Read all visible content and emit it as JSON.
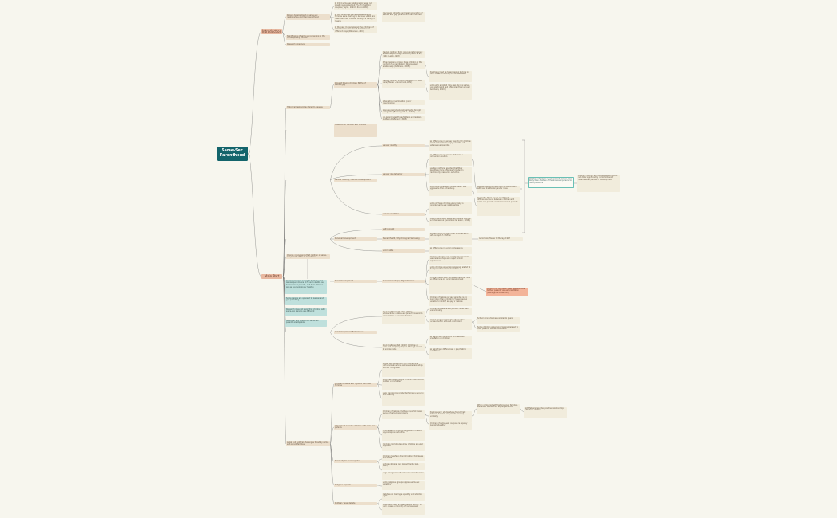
{
  "root": "Same-Sex Parenthood",
  "branches": {
    "intro": "Introduction",
    "main": "Main Part"
  },
  "intro": {
    "recent": "Recent development of same-sex relationships and their parenthood",
    "r1": "In 1994 same-sex relationships were not legally recognized but 2% of cohabiting couples (Taylor, 1994 & Zucco 1990)",
    "r2": "In the 1970s-80s same-sex lesbian/gay families were starting to become visible and raise their own children through a variety of means",
    "r2a": "Discussion of rights and legal recognition of lesbian and gay parents and their families",
    "r3": "In the past it was believed that children of same-sex couples would be harmed in different ways (Patterson, 2005)",
    "significance": "Significance of same-sex parenting in the contemporary context",
    "method": "Research objectives"
  },
  "history": {
    "label": "Historical Lesbian/Gay Parent Lineages",
    "ways": "Ways of having children: Births of lesbian/gay",
    "w1": "Having children from previous heterosexual relationships through divorce (Herek et al., 1992; Lamb, 1999)",
    "w2": "When lesbians or gays have children in the context of a marriage or heterosexual relationship (Patterson, 2005)",
    "w2a": "Most have lived as heterosexual before; in some cases a minority of homosexuals",
    "w3": "Having children through Adoption or Foster Care (Tasker & Golombok, 1997)",
    "w3a": "Some who adopted may also be in a same-sex relationship and often plan their arrival (Goldberg, 2010)",
    "w4": "Alternative insemination (donor insemination)",
    "w5": "Also use reproductive treatments through surrogates (Brewaeys et al., 1997)",
    "w6": "Co-parenting with gay fathers and lesbian mothers (Patterson, 2005)",
    "w7": "Statistics on children and families"
  },
  "development": {
    "gender": "Gender Identity / Gender Development",
    "identity": "Gender identity",
    "role": "Gender role behavior",
    "sexual": "Sexual orientation",
    "g1": "No differences in gender identity for children raised with lesbian or gay parents and heterosexual parents",
    "g2": "No differences in gender behavior in comparison studies",
    "g3": "Lesbian mothers reported that their daughters more often participated in traditionally masculine activities",
    "g4": "Some sons of lesbian mothers were less aggressive than other boys",
    "g5": "Some of these children were likely to consider same-sex relationships",
    "g6": "No significant difference in the sexual orientation of children",
    "g7": "Most children with same-sex parents identify as heterosexual (Golombok & Tasker, 1996)",
    "g8": "Lesbian parenting seems to be associated with less traditional gender roles",
    "note": "Children of lesbian or gay parents are no more likely than children of heterosexual parents to identify as gay or lesbian",
    "note2": "Currently, there are no significant differences found between children with same-sex parents and heterosexual parents",
    "final": "Overall, no evidence that children of same-sex parents differ in adjustment",
    "personal": "Personal Development",
    "p1": "Self-concept",
    "p2": "Mental Health / Psychological Well-being",
    "p3": "Social skills",
    "p1a": "Studies found no significant differences in self-concept of children",
    "p2a": "No significant differences in psychiatric evaluations",
    "p3a": "No differences in social competence",
    "pnote": "Golombok, Tasker & Murray, 1997",
    "social": "Social Development",
    "s1": "Peer relationships / Stigmatization",
    "s1a": "Children of same-sex parents have normal peer relationships and report similar experiences",
    "s1b": "Some children experience teasing related to their parents' sexual orientation",
    "s1c": "Children raised with same-sex parents show no differences in social development",
    "salmon": "Children do not report peer rejection due to their parents' sexual orientation (Wainright & Patterson)",
    "school": "Academic / School Performance",
    "sc1": "Study by Wainright et al. (2004): Adolescents in same-sex parent households were similar in school outcomes",
    "sc1a": "Children with same-sex parents do as well academically",
    "sc2": "Study by Rosenfeld (2010): Children of same-sex couples progress through school at similar rates",
    "sc2a": "Normal progress through school when socioeconomic status is controlled",
    "sc3": "School connectedness similar to peers"
  },
  "challenges": {
    "label": "Legal and political challenges faced by same-sex parent families",
    "c1": "Children's needs and rights in same-sex families",
    "c1a": "Rights and protections for children are compromised where same-sex relationships are not recognized",
    "c1b": "Some lawmakers argue children need both a mother and a father",
    "c1c": "Legal recognition protects children's security and stability",
    "c2": "Adjustment aspects: children with same-sex parents",
    "c2a": "Children of lesbian mothers reported lower levels of behavior problems",
    "c2b": "Prior research findings suggested different psychological outcomes",
    "c2c": "Most research studies have found that children of same-sex parents develop normally",
    "c2d": "When compared with heterosexual families, same-sex families are equally effective",
    "c2e": "Findings from studies show children are well adjusted",
    "c2f": "Both fathers reported positive relationships with their children",
    "c2g": "Children of same-sex couples are equally mentally healthy",
    "c3": "Social stigma and prejudice",
    "c3a": "Children may face discrimination from peers and adults",
    "c3b": "Anti-gay stigma can impact family well-being",
    "c4": "Religious aspects",
    "c4a": "Some religious groups oppose same-sex parenting",
    "c5": "Political / legal debate",
    "c5a": "Debates on marriage equality and adoption rights",
    "c5b": "Legal recognition of same-sex parents varies",
    "teal1": "Current research suggests that gay and lesbian parents are as fit and capable as heterosexual parents, and their children are as psychologically healthy",
    "teal2": "Some people are opposed to lesbian and gay parenting",
    "teal3": "Research does not show that children with same-sex parents are different",
    "teal4": "No longer any doubt that same-sex parents are capable"
  },
  "summary": {
    "outline": "Children of lesbian or gay parents are no more likely than children of heterosexual parents to have problems",
    "final": "Overall, children with same-sex parents do not differ significantly from children of heterosexual parents in development"
  }
}
